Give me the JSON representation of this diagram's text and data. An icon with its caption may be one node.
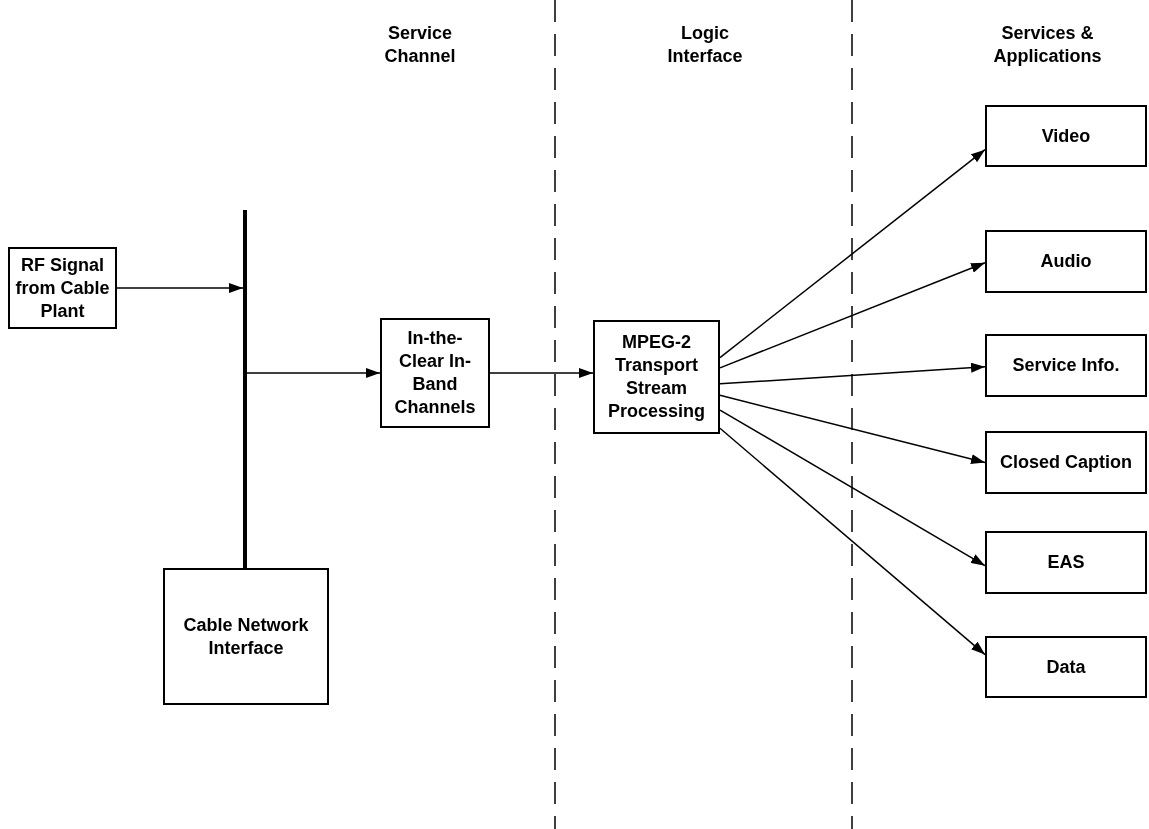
{
  "diagram": {
    "nodes": [
      {
        "text": [
          "RF Signal from Cable Plant"
        ]
      },
      {
        "text": [],
        "shape": "bar"
      },
      {
        "text": [
          "Cable Network Interface"
        ]
      },
      {
        "text": [
          "In-the-Clear In-Band Channels"
        ]
      },
      {
        "text": [
          "MPEG-2 Transport Stream Processing"
        ]
      },
      {
        "text": [
          "Video"
        ]
      },
      {
        "text": [
          "Audio"
        ]
      },
      {
        "text": [
          "Service Info."
        ]
      },
      {
        "text": [
          "Closed Caption"
        ]
      },
      {
        "text": [
          "EAS"
        ]
      },
      {
        "text": [
          "Data"
        ]
      }
    ],
    "edges": [
      {
        "from": 0,
        "to": 1,
        "arrow": "to"
      },
      {
        "from": 1,
        "to": 3,
        "arrow": "to"
      },
      {
        "from": 3,
        "to": 4,
        "arrow": "to"
      },
      {
        "from": 4,
        "to": 5,
        "arrow": "to"
      },
      {
        "from": 4,
        "to": 6,
        "arrow": "to"
      },
      {
        "from": 4,
        "to": 7,
        "arrow": "to"
      },
      {
        "from": 4,
        "to": 8,
        "arrow": "to"
      },
      {
        "from": 4,
        "to": 9,
        "arrow": "to"
      },
      {
        "from": 4,
        "to": 10,
        "arrow": "to"
      }
    ],
    "labels": [
      "Service Channel",
      "Logic Interface",
      "Services & Applications"
    ]
  }
}
